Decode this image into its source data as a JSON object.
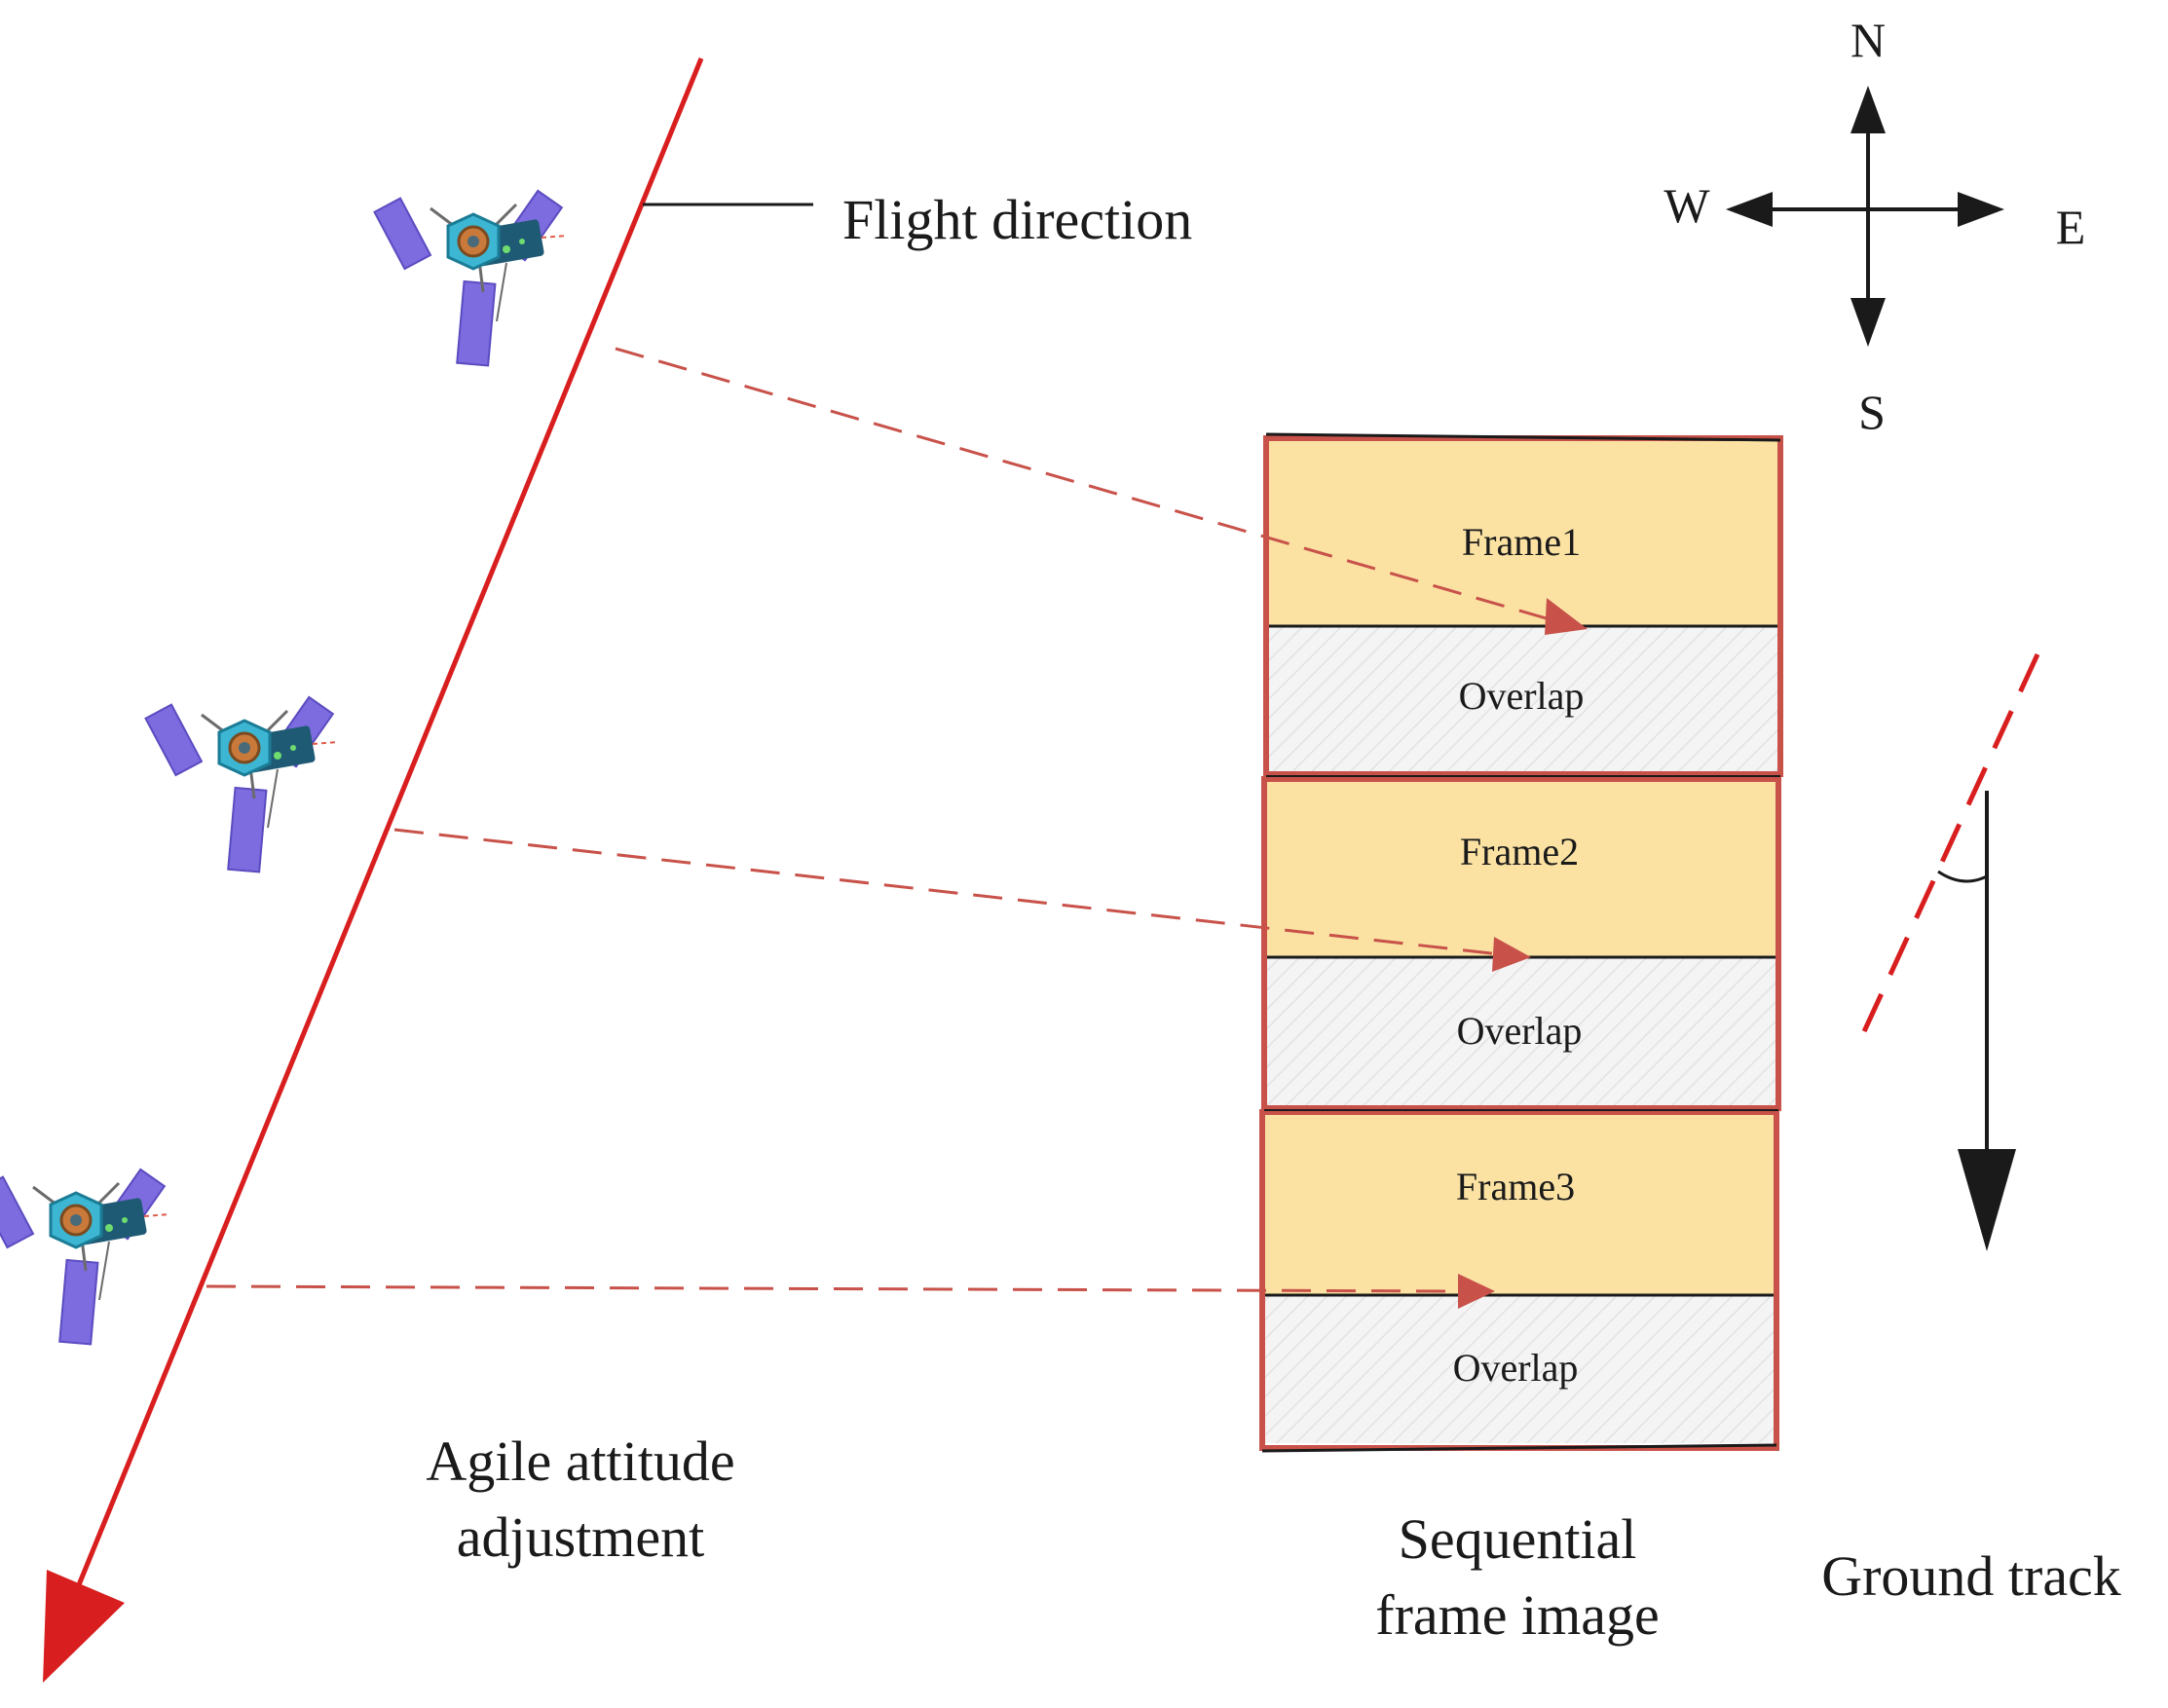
{
  "labels": {
    "flight_direction": "Flight direction",
    "agile_line1": "Agile attitude",
    "agile_line2": "adjustment",
    "sequential_line1": "Sequential",
    "sequential_line2": "frame image",
    "ground_track": "Ground track"
  },
  "compass": {
    "north": "N",
    "south": "S",
    "east": "E",
    "west": "W"
  },
  "frames": [
    {
      "frame_label": "Frame1",
      "overlap_label": "Overlap"
    },
    {
      "frame_label": "Frame2",
      "overlap_label": "Overlap"
    },
    {
      "frame_label": "Frame3",
      "overlap_label": "Overlap"
    }
  ],
  "colors": {
    "flight_line": "#d81e1e",
    "frame_border": "#c8524a",
    "frame_fill": "#fbe2a3",
    "overlap_fill": "#f3f3f3",
    "dashed_arrow": "#c8524a",
    "satellite_panel": "#7d6be0",
    "satellite_body": "#2d8aa0"
  },
  "icons": {
    "satellite": "satellite-icon",
    "compass": "compass-icon"
  }
}
